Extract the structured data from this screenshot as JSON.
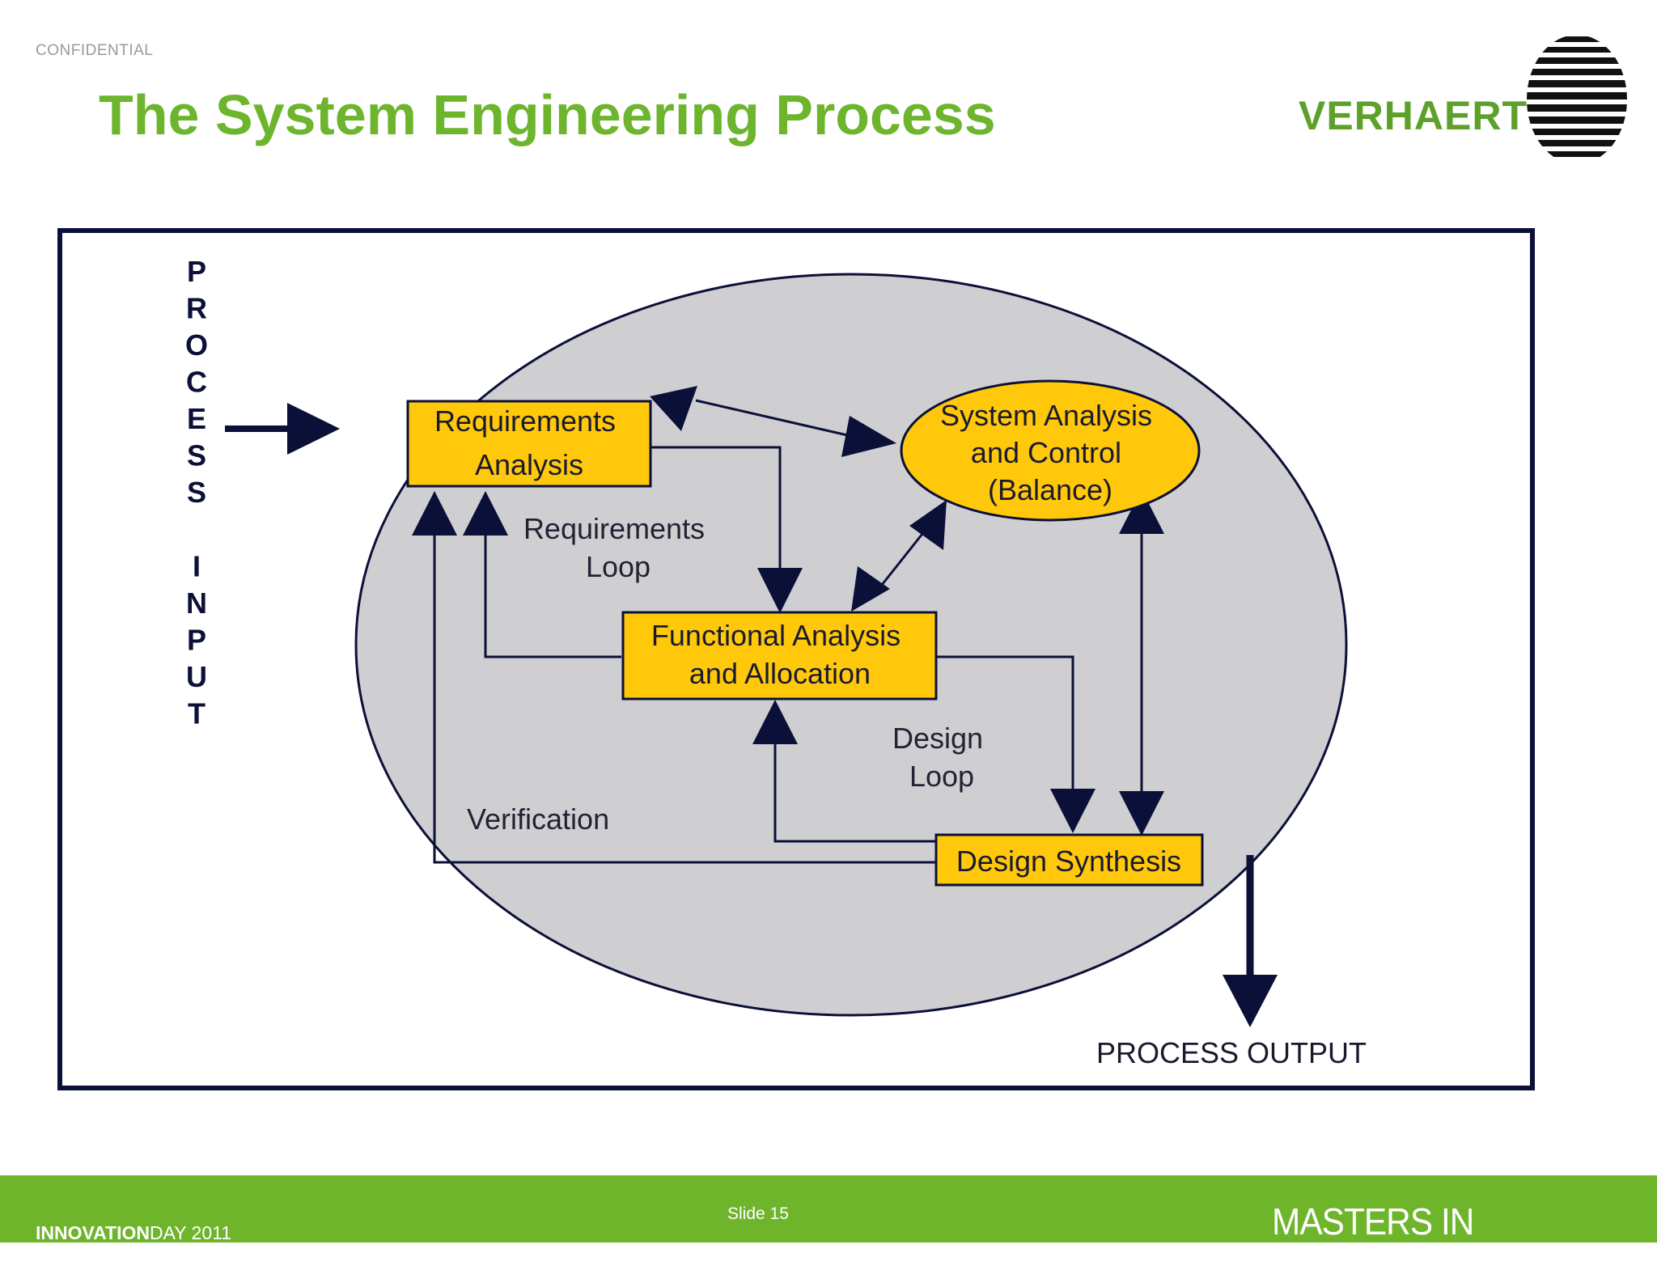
{
  "header": {
    "confidential": "CONFIDENTIAL",
    "title": "The System Engineering Process",
    "logo_text": "VERHAERT"
  },
  "diagram": {
    "process_input": "PROCESS INPUT",
    "process_output": "PROCESS OUTPUT",
    "boxes": {
      "requirements_analysis": [
        "Requirements",
        "Analysis"
      ],
      "system_analysis": [
        "System Analysis",
        "and Control",
        "(Balance)"
      ],
      "functional_analysis": [
        "Functional Analysis",
        "and Allocation"
      ],
      "design_synthesis": "Design Synthesis"
    },
    "loops": {
      "requirements_loop": [
        "Requirements",
        "Loop"
      ],
      "design_loop": [
        "Design",
        "Loop"
      ],
      "verification": "Verification"
    }
  },
  "footer": {
    "brand_bold": "INNOVATION",
    "brand_rest": "DAY 2011",
    "slide": "Slide 15",
    "tagline": "MASTERS IN INNOVATION®"
  },
  "colors": {
    "title_green": "#6cb52c",
    "box_yellow": "#ffc80a",
    "ellipse_gray": "#cfcfd2",
    "navy": "#0b1038"
  }
}
